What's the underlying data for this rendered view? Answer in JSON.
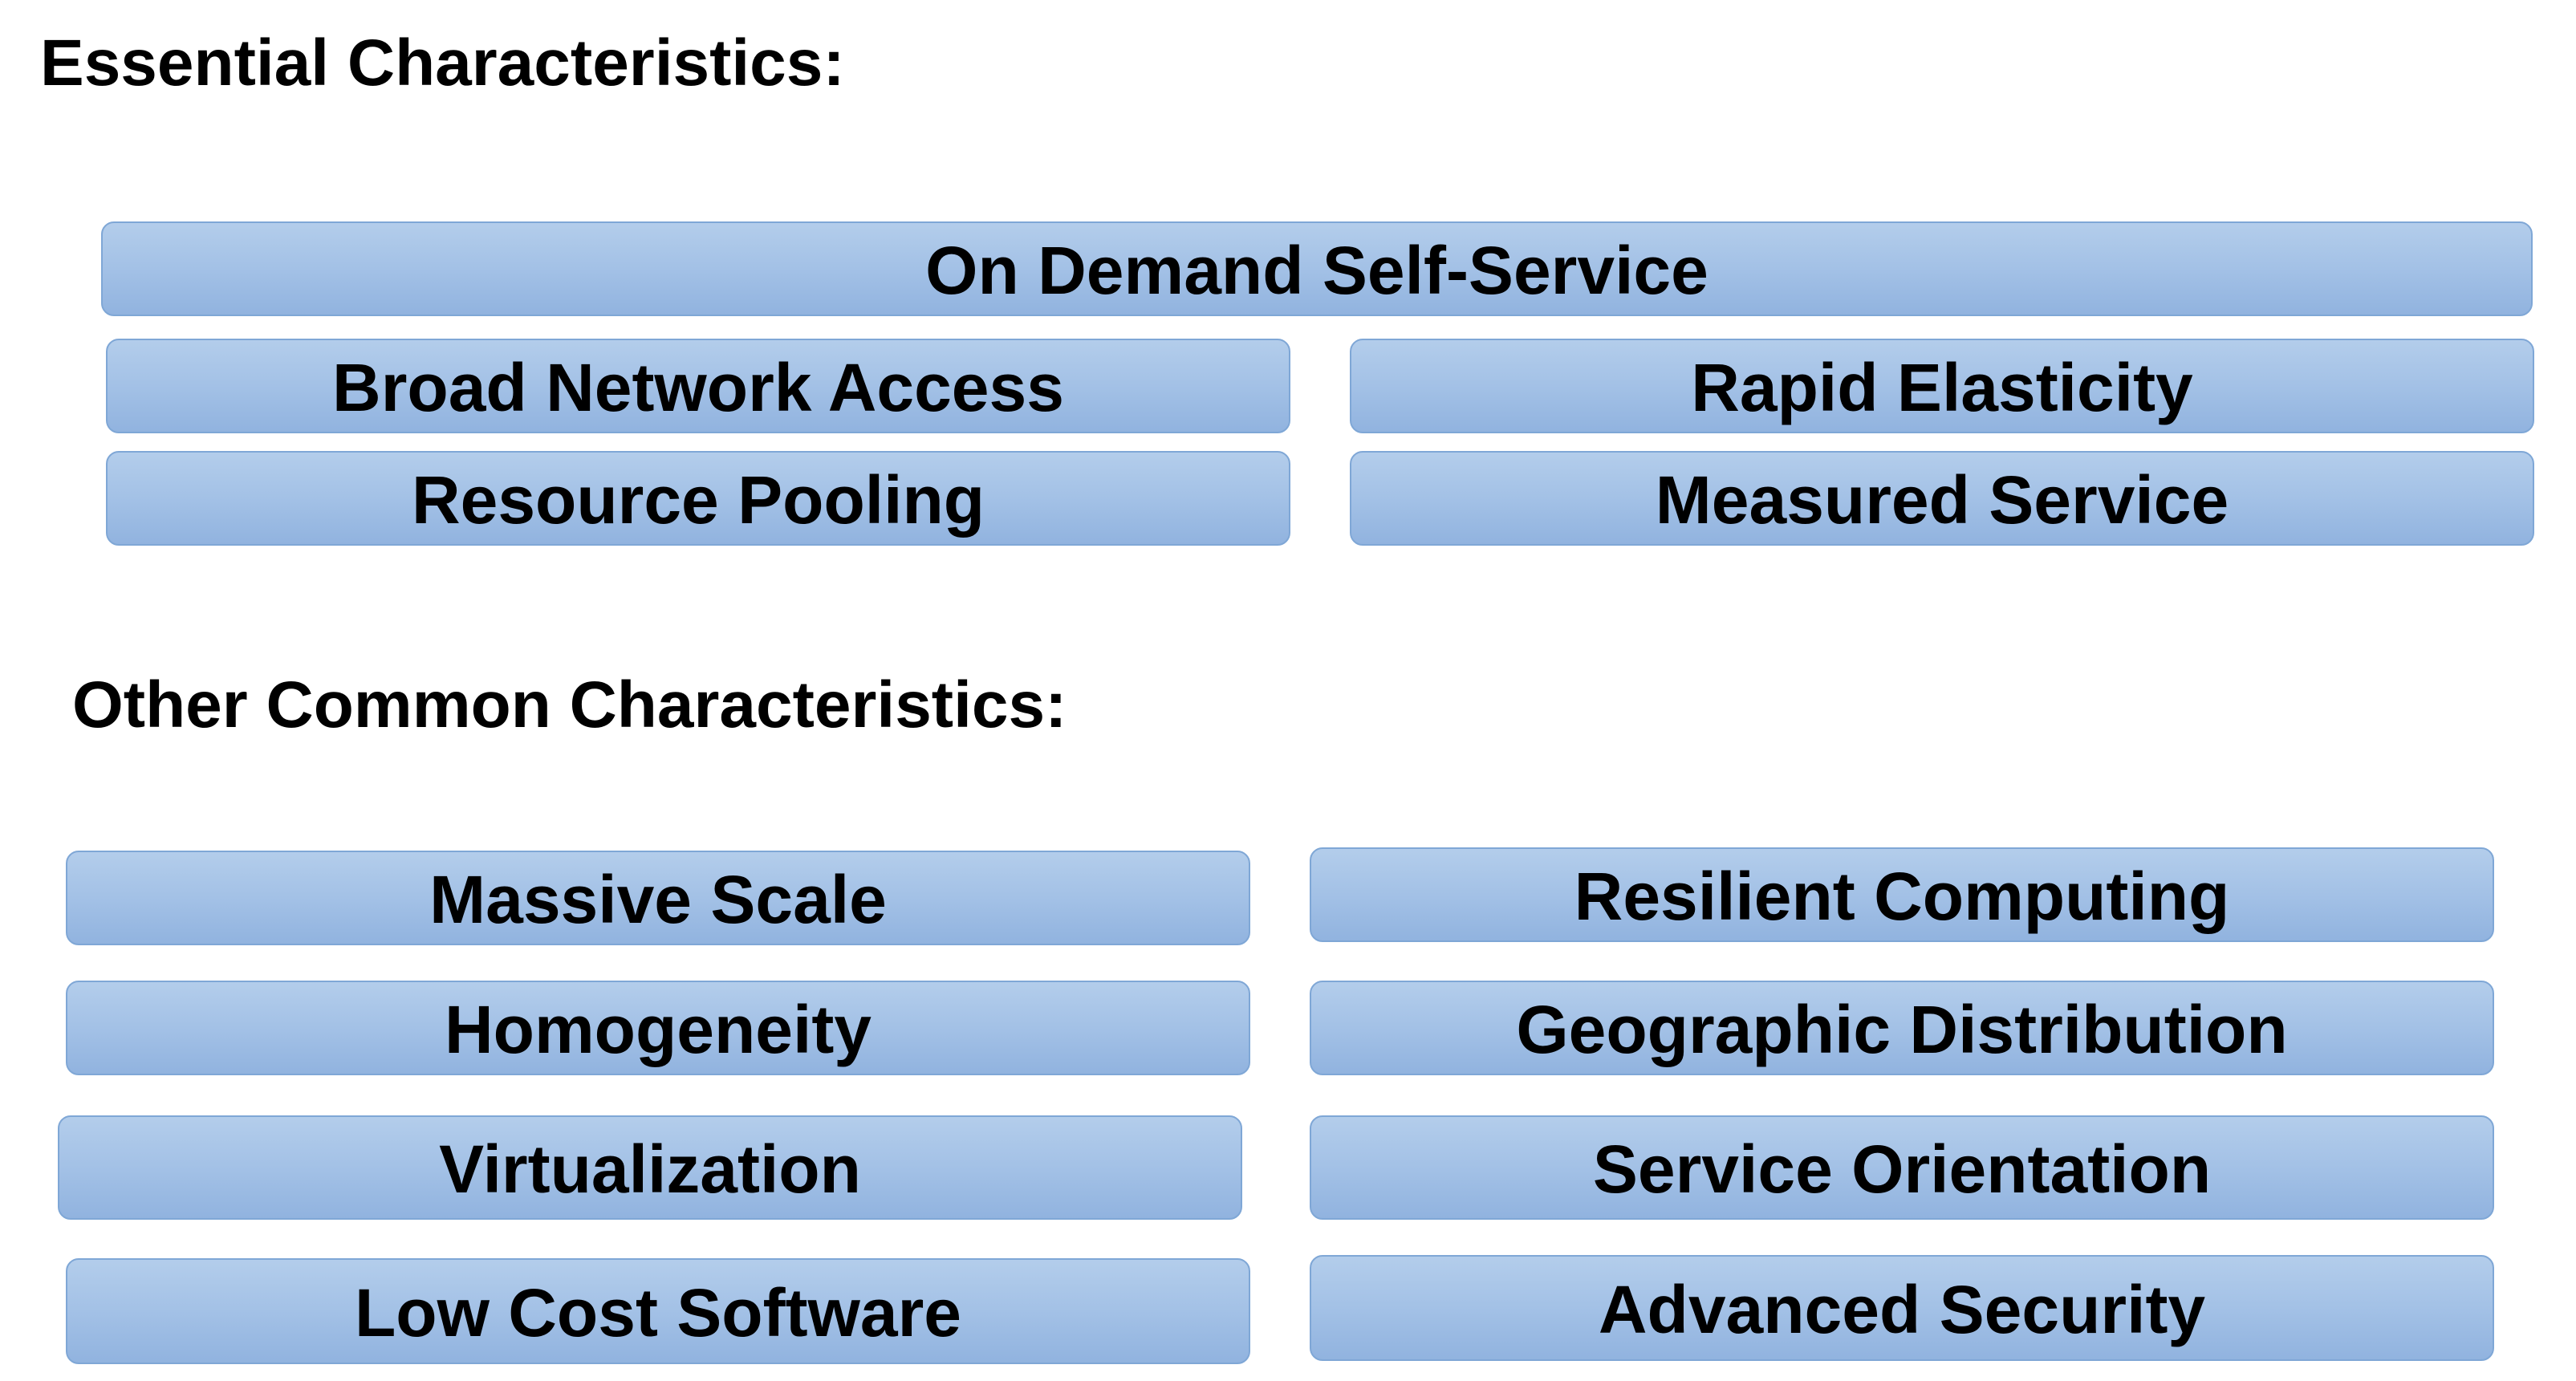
{
  "essential": {
    "heading": "Essential Characteristics:",
    "items": [
      "On Demand Self-Service",
      "Broad Network Access",
      "Rapid Elasticity",
      "Resource Pooling",
      "Measured Service"
    ]
  },
  "other": {
    "heading": "Other Common Characteristics:",
    "items": [
      "Massive Scale",
      "Resilient Computing",
      "Homogeneity",
      "Geographic Distribution",
      "Virtualization",
      "Service Orientation",
      "Low Cost Software",
      "Advanced Security"
    ]
  },
  "colors": {
    "box_fill": "#a3c1e6",
    "box_border": "#7fa7d6",
    "text": "#000000"
  }
}
